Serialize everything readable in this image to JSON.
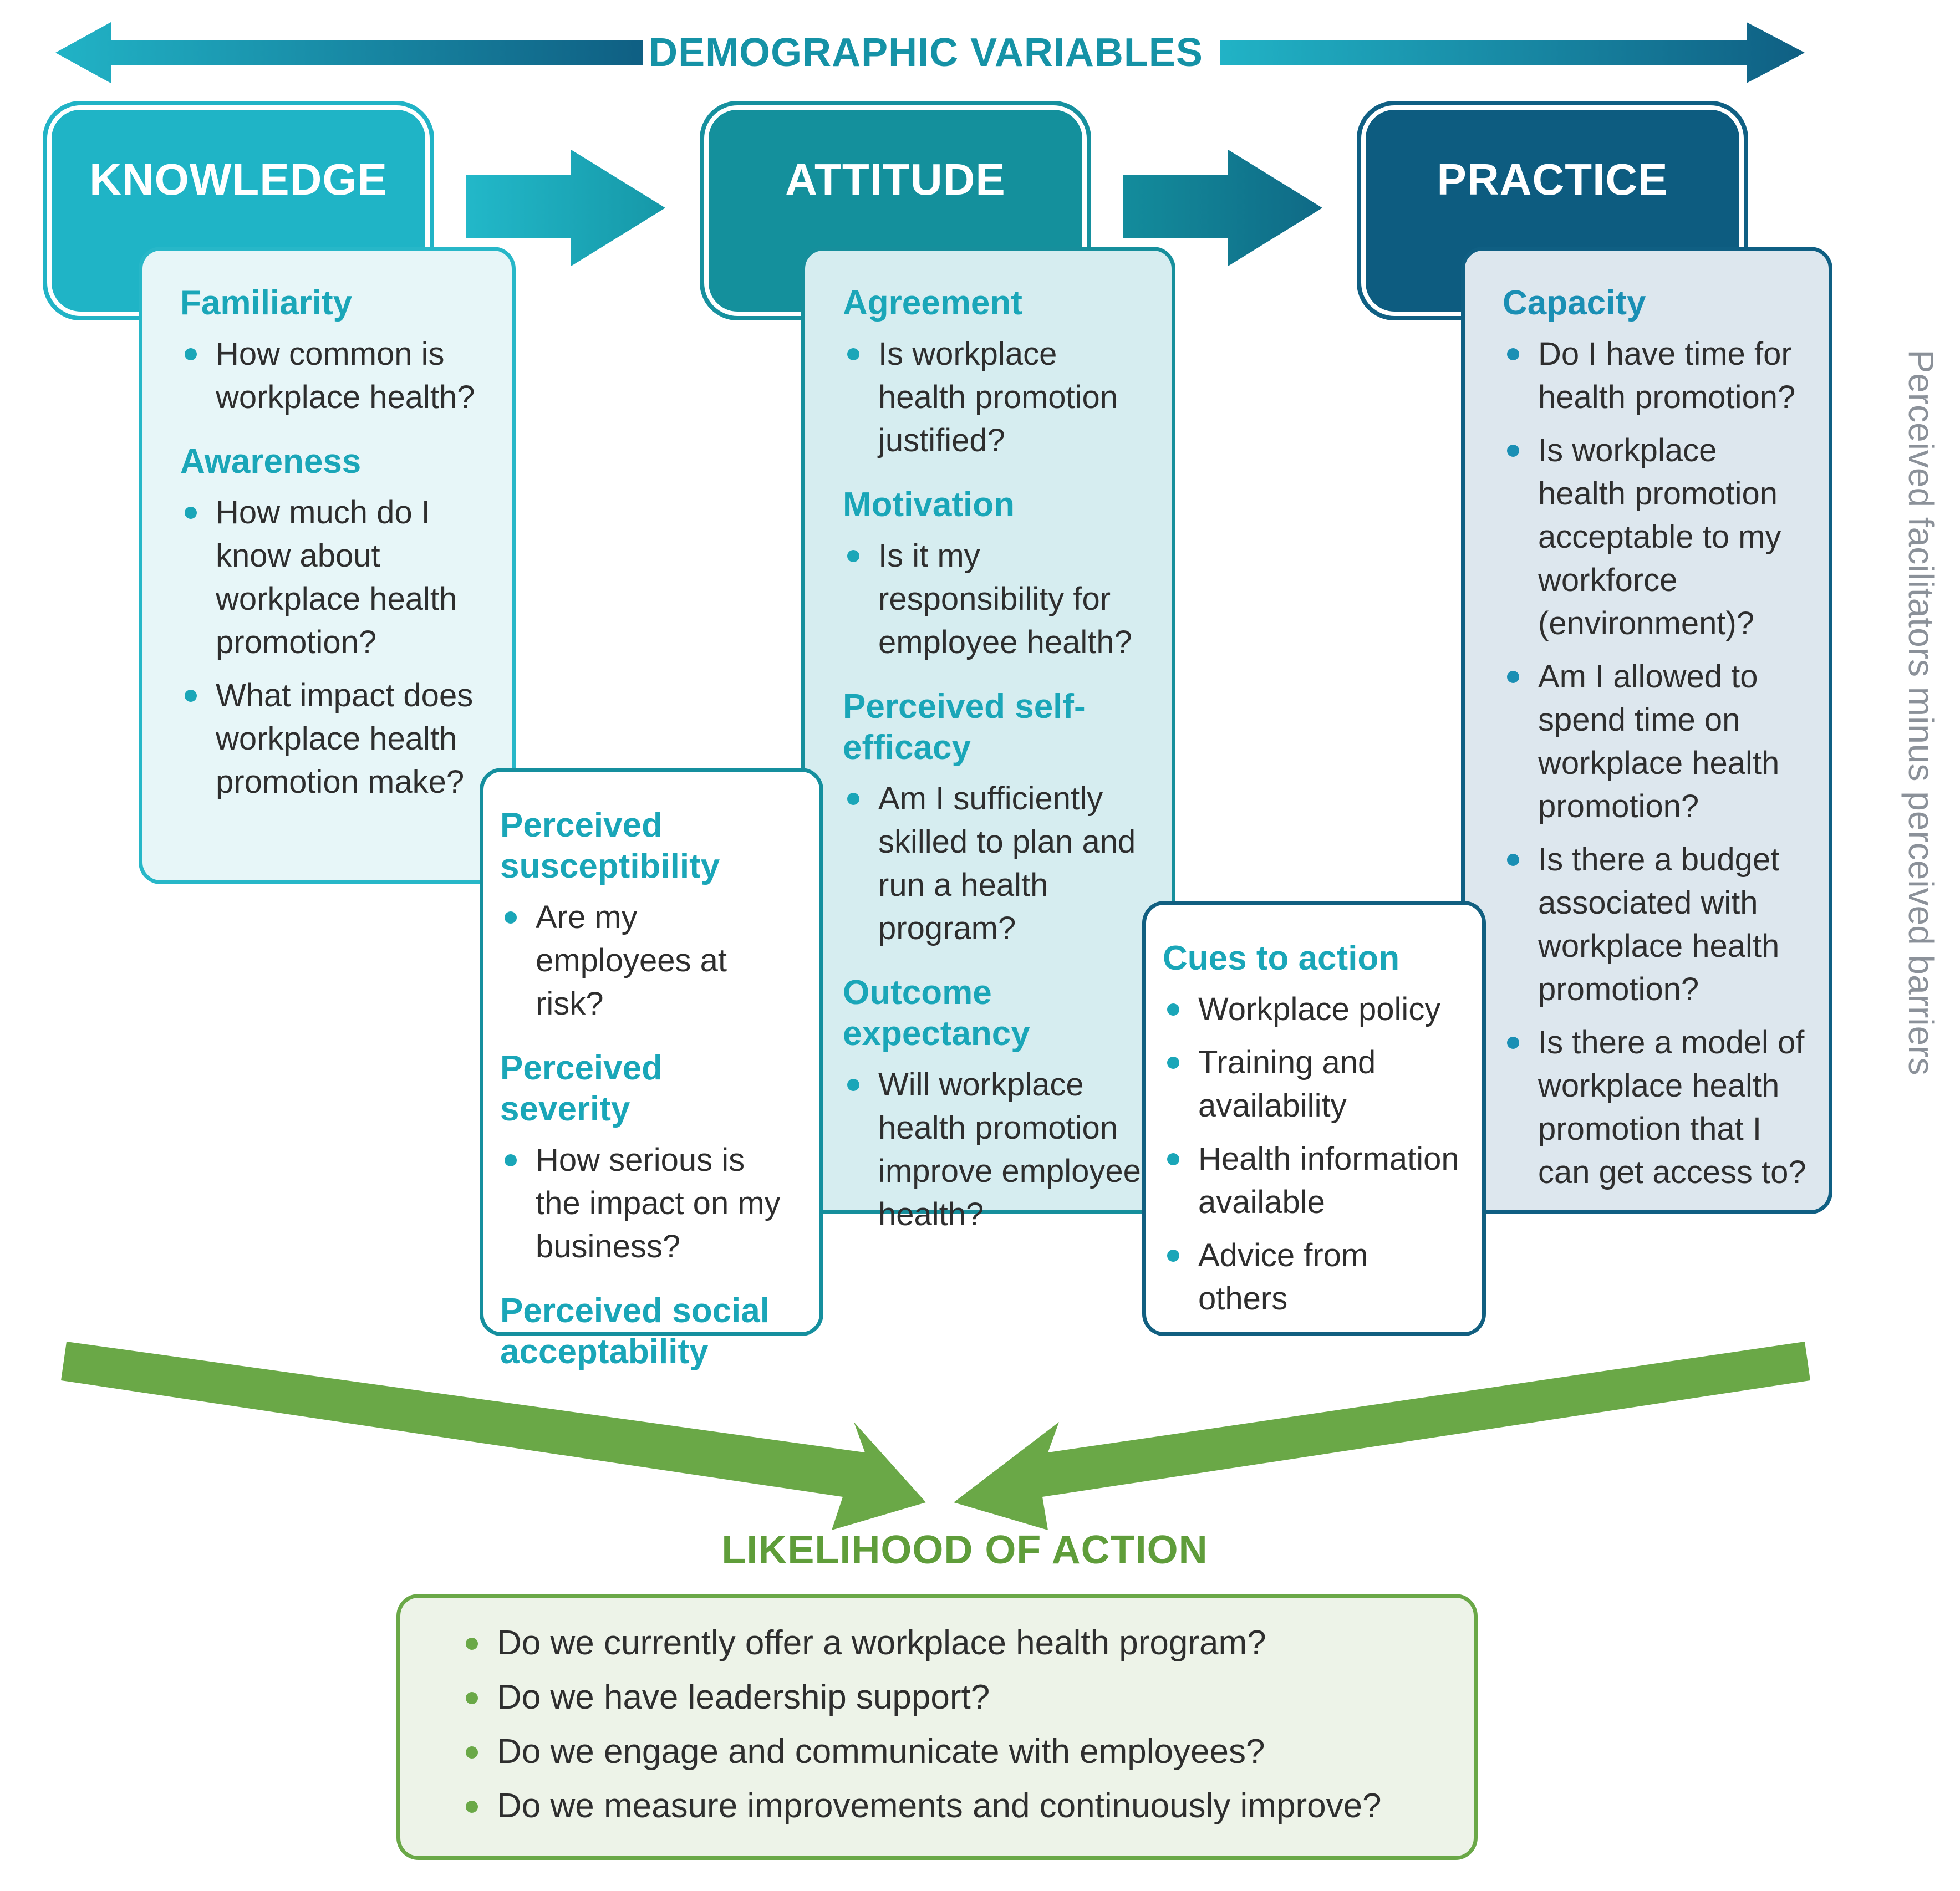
{
  "demographic_variables": "DEMOGRAPHIC VARIABLES",
  "headers": {
    "knowledge": "KNOWLEDGE",
    "attitude": "ATTITUDE",
    "practice": "PRACTICE"
  },
  "knowledge_box": {
    "familiarity": {
      "title": "Familiarity",
      "items": [
        "How common is workplace health?"
      ]
    },
    "awareness": {
      "title": "Awareness",
      "items": [
        "How much do I know about workplace health promotion?",
        "What impact does workplace health promotion make?"
      ]
    }
  },
  "perception_box": {
    "susceptibility": {
      "title": "Perceived susceptibility",
      "items": [
        "Are my employees at risk?"
      ]
    },
    "severity": {
      "title": "Perceived severity",
      "items": [
        "How serious is the impact on my business?"
      ]
    },
    "social": {
      "title": "Perceived social acceptability"
    }
  },
  "attitude_box": {
    "agreement": {
      "title": "Agreement",
      "items": [
        "Is workplace health promotion justified?"
      ]
    },
    "motivation": {
      "title": "Motivation",
      "items": [
        "Is it my responsibility for employee health?"
      ]
    },
    "self_efficacy": {
      "title": "Perceived self-efficacy",
      "items": [
        "Am I sufficiently skilled to plan and run a health program?"
      ]
    },
    "outcome": {
      "title": "Outcome expectancy",
      "items": [
        "Will workplace health promotion improve employee health?"
      ]
    }
  },
  "cues_box": {
    "title": "Cues to action",
    "items": [
      "Workplace policy",
      "Training and availability",
      "Health information available",
      "Advice from others"
    ]
  },
  "practice_box": {
    "title": "Capacity",
    "items": [
      "Do I have time for health promotion?",
      "Is workplace health promotion acceptable to my workforce (environment)?",
      "Am I allowed to spend time on workplace health promotion?",
      "Is there a budget associated with workplace health promotion?",
      "Is there a model of workplace health promotion that I can get access to?"
    ]
  },
  "side_label": "Perceived facilitators minus perceived barriers",
  "likelihood": {
    "title": "LIKELIHOOD OF ACTION",
    "items": [
      "Do we currently offer a workplace health program?",
      "Do we have leadership support?",
      "Do we engage and communicate with employees?",
      "Do we measure improvements and continuously improve?"
    ]
  },
  "colors": {
    "teal_light": "#1fb4c6",
    "teal_mid": "#14909c",
    "teal_dark": "#0d5c80",
    "green": "#6aa847"
  }
}
